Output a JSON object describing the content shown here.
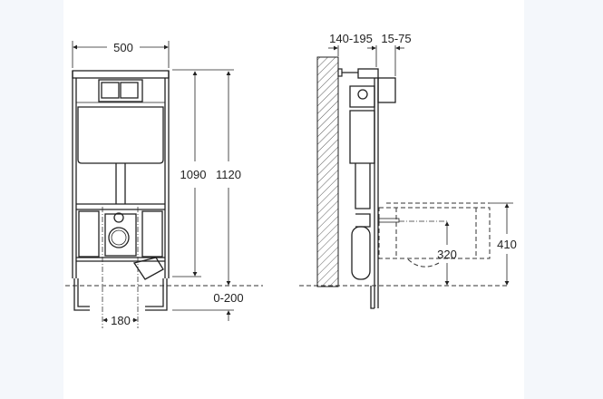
{
  "front_view": {
    "width_label": "500",
    "height_frame_label": "1090",
    "height_total_label": "1120",
    "leg_adjust_label": "0-200",
    "outlet_spacing_label": "180"
  },
  "side_view": {
    "wall_distance_label": "140-195",
    "panel_offset_label": "15-75",
    "bowl_height_label": "410",
    "outlet_height_label": "320"
  }
}
